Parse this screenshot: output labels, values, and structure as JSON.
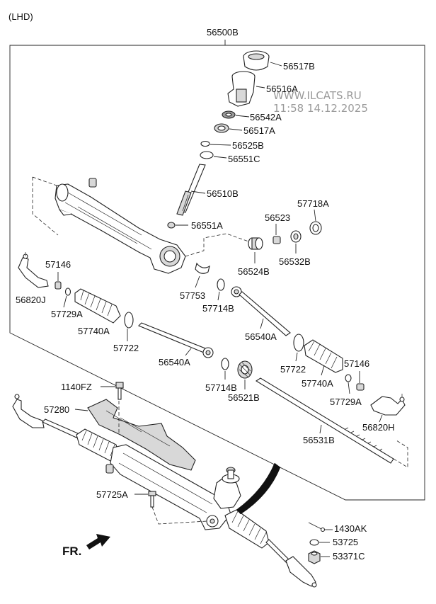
{
  "header": {
    "drive_side": "(LHD)",
    "assembly_number": "56500B"
  },
  "watermark": {
    "line1": "WWW.ILCATS.RU",
    "line2": "11:58 14.12.2025"
  },
  "direction": {
    "label": "FR."
  },
  "callouts": {
    "c56517B_top": "56517B",
    "c56516A": "56516A",
    "c56542A": "56542A",
    "c56517A": "56517A",
    "c56525B": "56525B",
    "c56551C": "56551C",
    "c56510B": "56510B",
    "c56551A": "56551A",
    "c56523": "56523",
    "c57718A": "57718A",
    "c56524B": "56524B",
    "c56532B": "56532B",
    "c57146_left": "57146",
    "c56820J": "56820J",
    "c57729A_left": "57729A",
    "c57740A_left": "57740A",
    "c57722_left": "57722",
    "c57753": "57753",
    "c57714B_upper": "57714B",
    "c56540A_right": "56540A",
    "c56540A_left": "56540A",
    "c57722_right": "57722",
    "c57740A_right": "57740A",
    "c57146_right": "57146",
    "c57714B_lower": "57714B",
    "c56521B": "56521B",
    "c57729A_right": "57729A",
    "c56820H": "56820H",
    "c56531B": "56531B",
    "c1140FZ": "1140FZ",
    "c57280": "57280",
    "c57725A": "57725A",
    "c1430AK": "1430AK",
    "c53725": "53725",
    "c53371C": "53371C"
  },
  "colors": {
    "line": "#222222",
    "fill_light": "#d8d8d8",
    "fill_dark": "#9a9a9a",
    "watermark": "#9a9a9a"
  }
}
